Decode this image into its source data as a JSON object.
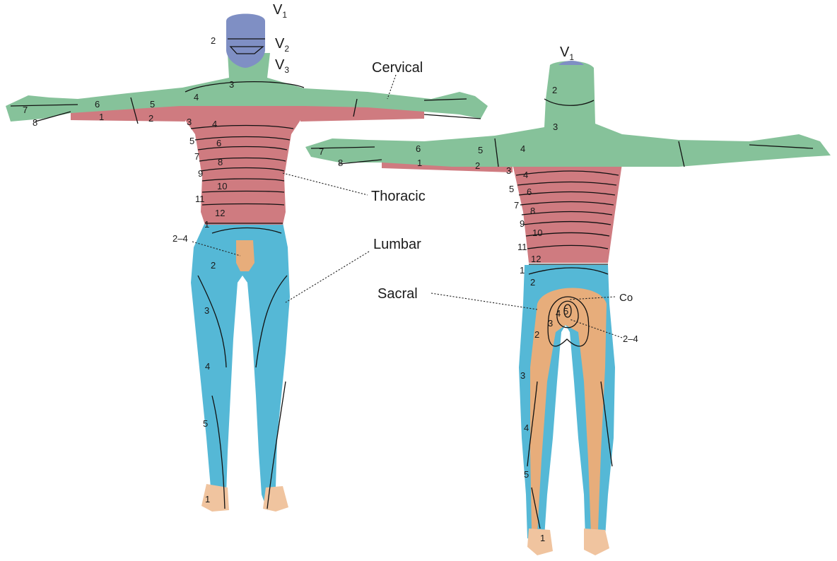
{
  "colors": {
    "trigeminal": "#7f8fc4",
    "cervical": "#86c29a",
    "thoracic": "#cf7b80",
    "lumbar": "#55b8d6",
    "sacral": "#e7ad7b",
    "skin": "#f0c49f"
  },
  "regions": {
    "cervical": "Cervical",
    "thoracic": "Thoracic",
    "lumbar": "Lumbar",
    "sacral": "Sacral",
    "coccygeal": "Co"
  },
  "trigeminal": {
    "v": "V",
    "s1": "1",
    "s2": "2",
    "s3": "3"
  },
  "anterior": {
    "c2": "2",
    "c3": "3",
    "c4": "4",
    "c5": "5",
    "c6": "6",
    "c7": "7",
    "c8": "8",
    "t1": "1",
    "t2": "2",
    "t3": "3",
    "t4": "4",
    "t5": "5",
    "t6": "6",
    "t7": "7",
    "t8": "8",
    "t9": "9",
    "t10": "10",
    "t11": "11",
    "t12": "12",
    "l1": "1",
    "s24": "2–4",
    "l2": "2",
    "l3": "3",
    "l4": "4",
    "l5": "5",
    "s1": "1"
  },
  "posterior": {
    "c2": "2",
    "c3": "3",
    "c4": "4",
    "c5": "5",
    "c6": "6",
    "c7": "7",
    "c8": "8",
    "t1": "1",
    "t2": "2",
    "t3": "3",
    "t4": "4",
    "t5": "5",
    "t6": "6",
    "t7": "7",
    "t8": "8",
    "t9": "9",
    "t10": "10",
    "t11": "11",
    "t12": "12",
    "l1": "1",
    "l2": "2",
    "l3": "3",
    "l4": "4",
    "l5": "5",
    "s2": "2",
    "s3": "3",
    "s4": "4",
    "s5": "5",
    "s24": "2–4",
    "s1": "1"
  }
}
